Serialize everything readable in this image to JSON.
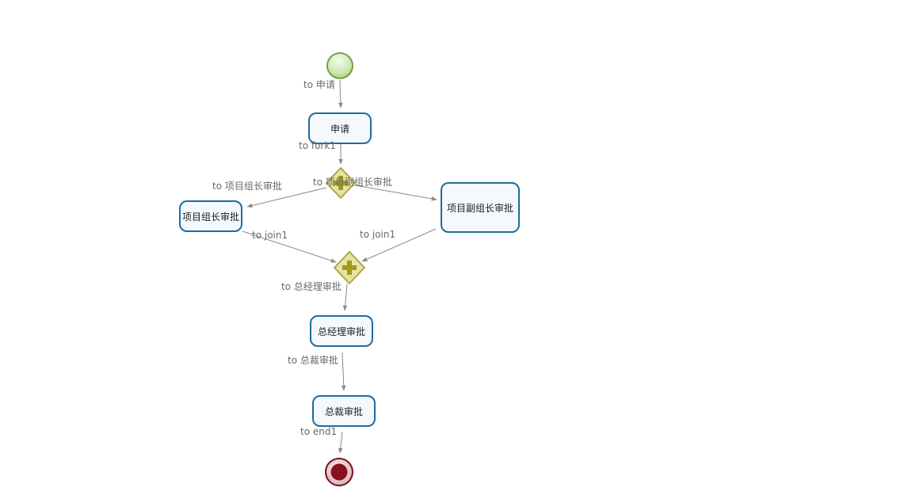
{
  "colors": {
    "task_border": "#1f6c9f",
    "task_fill": "#f5f8fd",
    "edge": "#8a8a8a",
    "edge_label": "#6a6a6a",
    "start_fill": "#d6efc0",
    "start_stroke": "#6a9a3a",
    "end_fill": "#8a1020",
    "end_stroke": "#7a0e1a",
    "gateway_fill": "#e6e3a6",
    "gateway_stroke": "#a8a23a",
    "gateway_plus": "#a39a18"
  },
  "nodes": {
    "start": {
      "icon": "start-event-icon"
    },
    "apply": {
      "label": "申请"
    },
    "fork": {
      "icon": "parallel-gateway-icon"
    },
    "leader": {
      "label": "项目组长审批"
    },
    "deputy": {
      "label": "项目副组长审批"
    },
    "join": {
      "icon": "parallel-gateway-icon"
    },
    "gm": {
      "label": "总经理审批"
    },
    "president": {
      "label": "总裁审批"
    },
    "end": {
      "icon": "end-event-icon"
    }
  },
  "edges": {
    "to_apply": "to 申请",
    "to_fork1": "to fork1",
    "to_leader": "to 项目组长审批",
    "to_deputy": "to 项目副组长审批",
    "to_join1_left": "to join1",
    "to_join1_right": "to join1",
    "to_gm": "to 总经理审批",
    "to_president": "to 总裁审批",
    "to_end1": "to end1"
  }
}
